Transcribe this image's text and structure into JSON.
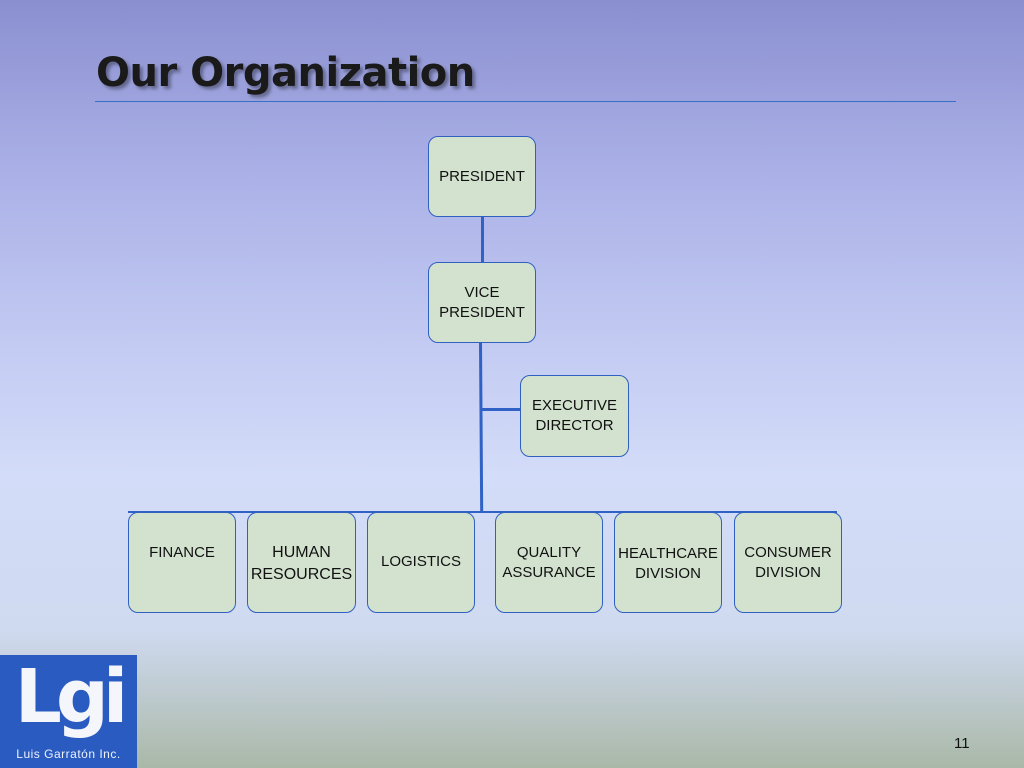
{
  "slide": {
    "title": "Our Organization",
    "page_number": "11"
  },
  "org_chart": {
    "president": "PRESIDENT",
    "vice_president": "VICE\nPRESIDENT",
    "executive_director": "EXECUTIVE\nDIRECTOR",
    "departments": [
      "FINANCE",
      "HUMAN\nRESOURCES",
      "LOGISTICS",
      "QUALITY\nASSURANCE",
      "HEALTHCARE\nDIVISION",
      "CONSUMER\nDIVISION"
    ]
  },
  "logo": {
    "mark": "Lgi",
    "name": "Luis Garratón Inc."
  },
  "colors": {
    "node_fill": "#d3e2cf",
    "node_border": "#3060c0",
    "connector": "#2f62c4",
    "logo_bg": "#2a5bc0"
  }
}
